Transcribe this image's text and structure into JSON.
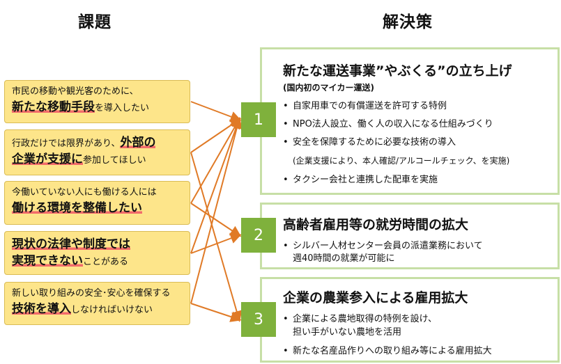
{
  "headings": {
    "issues": "課題",
    "solutions": "解決策"
  },
  "issues": [
    {
      "line1": "市民の移動や観光客のために、",
      "bold": "新たな移動手段",
      "suffix": "を導入したい"
    },
    {
      "prefix": "行政だけでは限界があり、",
      "bold1": "外部の",
      "bold2": "企業が支援に",
      "suffix": "参加してほしい"
    },
    {
      "line1": "今働いていない人にも働ける人には",
      "bold": "働ける環境を整備したい"
    },
    {
      "bold1": "現状の法律や制度では",
      "bold2": "実現できない",
      "suffix": "ことがある"
    },
    {
      "line1": "新しい取り組みの安全･安心を確保する",
      "bold": "技術を導入",
      "suffix": "しなければいけない"
    }
  ],
  "solutions": [
    {
      "number": "1",
      "title": "新たな運送事業”やぶくる”の立ち上げ",
      "subtitle": "(国内初のマイカー運送)",
      "bullets": [
        "自家用車での有償運送を許可する特例",
        "NPO法人設立、働く人の収入になる仕組みづくり",
        "安全を保障するために必要な技術の導入",
        "(企業支援により、本人確認/アルコールチェック、を実施)",
        "タクシー会社と連携した配車を実施"
      ]
    },
    {
      "number": "2",
      "title": "高齢者雇用等の就労時間の拡大",
      "bullets": [
        "シルバー人材センター会員の派遣業務において",
        "週40時間の就業が可能に"
      ]
    },
    {
      "number": "3",
      "title": "企業の農業参入による雇用拡大",
      "bullets": [
        "企業による農地取得の特例を設け、",
        "担い手がいない農地を活用",
        "新たな名産品作りへの取り組み等による雇用拡大"
      ]
    }
  ],
  "connections": [
    {
      "from": 1,
      "to": 1
    },
    {
      "from": 2,
      "to": 1
    },
    {
      "from": 2,
      "to": 3
    },
    {
      "from": 3,
      "to": 1
    },
    {
      "from": 3,
      "to": 2
    },
    {
      "from": 4,
      "to": 1
    },
    {
      "from": 4,
      "to": 2
    },
    {
      "from": 5,
      "to": 1
    },
    {
      "from": 5,
      "to": 3
    }
  ],
  "colors": {
    "arrow": "#e07a26",
    "number_box": "#7fb13c",
    "issue_fill": "#fde58a",
    "solution_border": "#c7dfa6",
    "highlight": "#f26b6b"
  }
}
